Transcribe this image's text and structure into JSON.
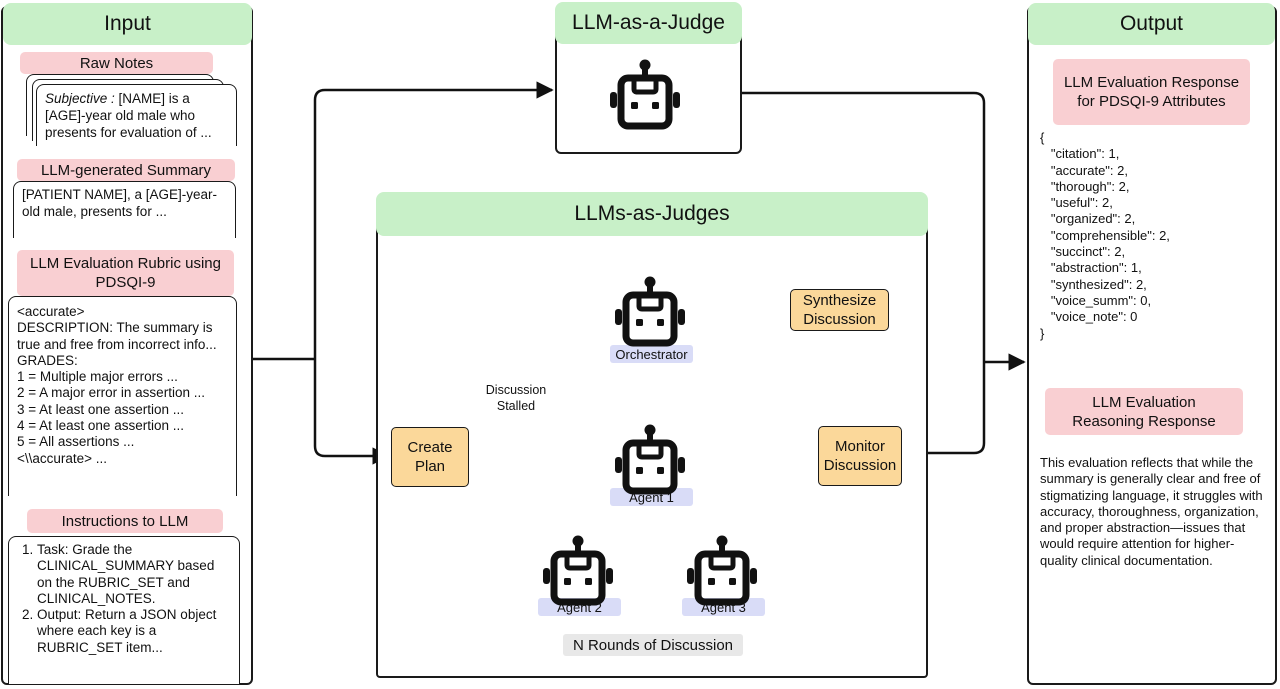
{
  "input": {
    "title": "Input",
    "raw_notes": {
      "label": "Raw Notes",
      "italic_prefix": "Subjective :",
      "text": " [NAME] is a [AGE]-year old male who presents for evaluation of  ..."
    },
    "summary": {
      "label": "LLM-generated Summary",
      "text": "[PATIENT NAME], a [AGE]-year-old male, presents for ..."
    },
    "rubric": {
      "label": "LLM Evaluation Rubric using PDSQI-9",
      "lines": [
        "<accurate>",
        "DESCRIPTION: The summary is true and free from incorrect info...",
        "GRADES:",
        "1 = Multiple major errors ...",
        "2 = A major error in assertion ...",
        "3 = At least one assertion ...",
        "4 = At least one assertion ...",
        "5 = All assertions ...",
        "<\\\\accurate> ..."
      ]
    },
    "instructions": {
      "label": "Instructions to LLM",
      "items": [
        "Task: Grade the CLINICAL_SUMMARY based on the RUBRIC_SET and CLINICAL_NOTES.",
        "Output: Return a JSON object where each key is a RUBRIC_SET item..."
      ]
    }
  },
  "judge": {
    "title": "LLM-as-a-Judge"
  },
  "judges": {
    "title": "LLMs-as-Judges",
    "orchestrator": "Orchestrator",
    "synthesize": "Synthesize Discussion",
    "create_plan": "Create Plan",
    "stalled": "Discussion Stalled",
    "monitor": "Monitor Discussion",
    "agent1": "Agent 1",
    "agent2": "Agent 2",
    "agent3": "Agent 3",
    "rounds": "N Rounds of Discussion"
  },
  "output": {
    "title": "Output",
    "response_label": "LLM Evaluation Response for PDSQI-9 Attributes",
    "json_lines": [
      "{",
      "   \"citation\": 1,",
      "   \"accurate\": 2,",
      "   \"thorough\": 2,",
      "   \"useful\": 2,",
      "   \"organized\": 2,",
      "   \"comprehensible\": 2,",
      "   \"succinct\": 2,",
      "   \"abstraction\": 1,",
      "   \"synthesized\": 2,",
      "   \"voice_summ\": 0,",
      "   \"voice_note\": 0",
      "}"
    ],
    "reasoning_label": "LLM Evaluation Reasoning Response",
    "reasoning_text": "This evaluation reflects that while the summary is generally clear and free of stigmatizing language, it struggles with accuracy, thoroughness, organization, and proper abstraction—issues that would require attention for higher-quality clinical documentation."
  },
  "icons": [
    "robot-icon"
  ]
}
